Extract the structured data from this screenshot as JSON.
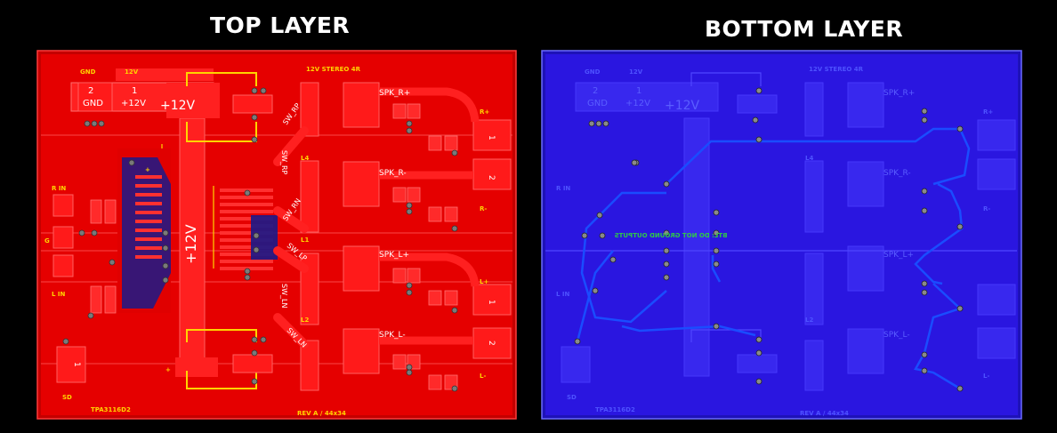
{
  "titles": {
    "top": "TOP LAYER",
    "bottom": "BOTTOM LAYER"
  },
  "colors": {
    "background": "#000000",
    "top_copper": "#e50000",
    "top_trace": "#ff1a1a",
    "bottom_copper": "#2a16e0",
    "bottom_trace": "#0f3cff",
    "silkscreen": "#ffd400",
    "bottom_silk": "#2fc84a",
    "pad": "#9a9a9a"
  },
  "silk": {
    "gnd_hdr": "GND",
    "v12_hdr": "12V",
    "pin2": "2",
    "gnd": "GND",
    "pin1": "1",
    "p12v": "+12V",
    "big_p12v": "+12V",
    "stereo": "12V   STEREO   4R",
    "spk_rp": "SPK_R+",
    "spk_rn": "SPK_R-",
    "spk_lp": "SPK_L+",
    "spk_ln": "SPK_L-",
    "sw_rp_a": "SW_RP",
    "sw_rp_b": "SW_RP",
    "sw_rn": "SW_RN",
    "sw_lp": "SW_LP",
    "sw_ln_a": "SW_LN",
    "sw_ln_b": "SW_LN",
    "l4": "L4",
    "l1": "L1",
    "l2": "L2",
    "r_in": "R IN",
    "g": "G",
    "l_in": "L IN",
    "sd": "SD",
    "chip": "TPA3116D2",
    "rev": "REV A  /  44x34",
    "rplus": "R+",
    "rminus": "R-",
    "lplus": "L+",
    "lminus": "L-",
    "plus": "+",
    "c1": "1",
    "c2": "2",
    "vert_p12v": "+12V",
    "btl_note": "BTL: DO NOT GROUND OUTPUTS"
  }
}
